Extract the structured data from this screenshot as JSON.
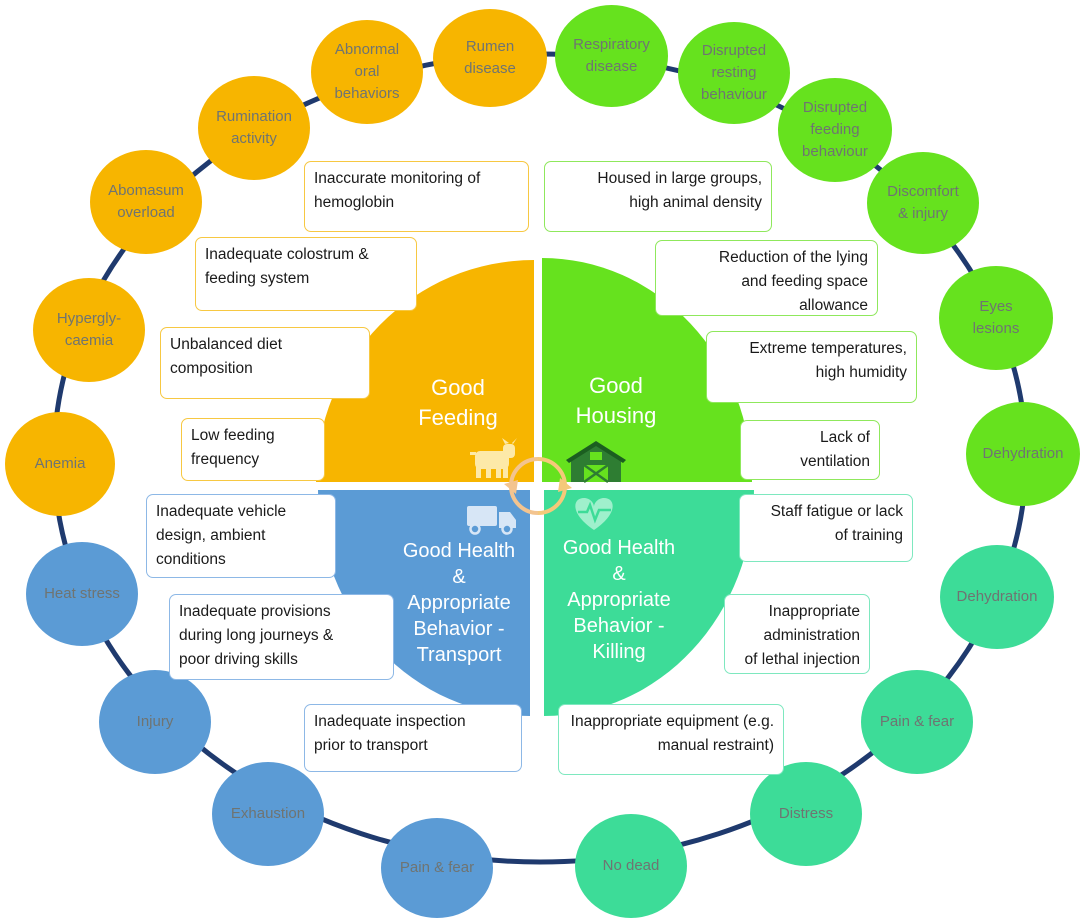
{
  "colors": {
    "feeding": "#f7b500",
    "housing": "#66e21e",
    "transport": "#5b9bd5",
    "killing": "#3ddc98",
    "ring": "#1f3a6e",
    "node_text": "#6f7472",
    "box_text": "#1a1a1a"
  },
  "quadrants": {
    "feeding": {
      "label": "Good\nFeeding",
      "icon": "cow-icon"
    },
    "housing": {
      "label": "Good\nHousing",
      "icon": "barn-icon"
    },
    "transport": {
      "label": "Good Health\n&\nAppropriate\nBehavior -\nTransport",
      "icon": "truck-icon"
    },
    "killing": {
      "label": "Good Health\n&\nAppropriate\nBehavior -\nKilling",
      "icon": "heart-pulse-icon"
    }
  },
  "center_icon": "cycle-arrows-icon",
  "outer_nodes": [
    {
      "label": "Rumen\ndisease",
      "group": "feeding"
    },
    {
      "label": "Respiratory\ndisease",
      "group": "housing"
    },
    {
      "label": "Disrupted\nresting\nbehaviour",
      "group": "housing"
    },
    {
      "label": "Disrupted\nfeeding\nbehaviour",
      "group": "housing"
    },
    {
      "label": "Discomfort\n& injury",
      "group": "housing"
    },
    {
      "label": "Eyes\nlesions",
      "group": "housing"
    },
    {
      "label": "Dehydration",
      "group": "housing"
    },
    {
      "label": "Dehydration",
      "group": "killing"
    },
    {
      "label": "Pain & fear",
      "group": "killing"
    },
    {
      "label": "Distress",
      "group": "killing"
    },
    {
      "label": "No dead",
      "group": "killing"
    },
    {
      "label": "Pain & fear",
      "group": "transport"
    },
    {
      "label": "Exhaustion",
      "group": "transport"
    },
    {
      "label": "Injury",
      "group": "transport"
    },
    {
      "label": "Heat stress",
      "group": "transport"
    },
    {
      "label": "Anemia",
      "group": "feeding"
    },
    {
      "label": "Hypergly-\ncaemia",
      "group": "feeding"
    },
    {
      "label": "Abomasum\noverload",
      "group": "feeding"
    },
    {
      "label": "Rumination\nactivity",
      "group": "feeding"
    },
    {
      "label": "Abnormal\noral\nbehaviors",
      "group": "feeding"
    }
  ],
  "risk_boxes": [
    {
      "text": "Inaccurate monitoring of\nhemoglobin",
      "group": "feeding",
      "align": "left"
    },
    {
      "text": "Inadequate colostrum &\nfeeding system",
      "group": "feeding",
      "align": "left"
    },
    {
      "text": "Unbalanced diet\ncomposition",
      "group": "feeding",
      "align": "left"
    },
    {
      "text": "Low feeding\nfrequency",
      "group": "feeding",
      "align": "left"
    },
    {
      "text": "Housed in large groups,\nhigh animal density",
      "group": "housing",
      "align": "right"
    },
    {
      "text": "Reduction of the lying\nand feeding space\nallowance",
      "group": "housing",
      "align": "right"
    },
    {
      "text": "Extreme temperatures,\nhigh humidity",
      "group": "housing",
      "align": "right"
    },
    {
      "text": "Lack of\nventilation",
      "group": "housing",
      "align": "right"
    },
    {
      "text": "Inadequate vehicle\ndesign, ambient\nconditions",
      "group": "transport",
      "align": "left"
    },
    {
      "text": "Inadequate provisions\nduring long journeys &\npoor driving skills",
      "group": "transport",
      "align": "left"
    },
    {
      "text": "Inadequate inspection\nprior to transport",
      "group": "transport",
      "align": "left"
    },
    {
      "text": "Staff fatigue or lack\nof training",
      "group": "killing",
      "align": "right"
    },
    {
      "text": "Inappropriate\nadministration\nof lethal injection",
      "group": "killing",
      "align": "right"
    },
    {
      "text": "Inappropriate equipment (e.g.\nmanual restraint)",
      "group": "killing",
      "align": "right"
    }
  ]
}
